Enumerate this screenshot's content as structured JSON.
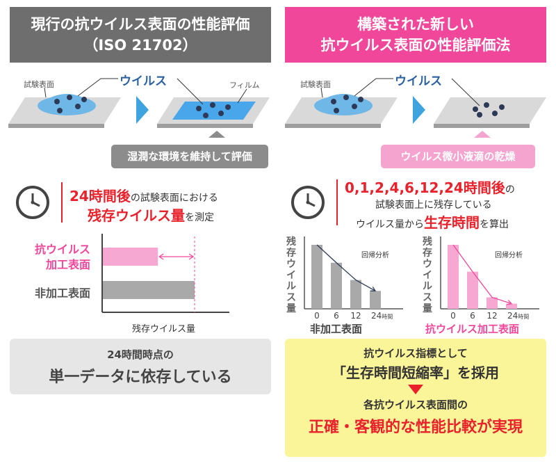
{
  "left": {
    "header_line1": "現行の抗ウイルス表面の性能評価",
    "header_line2": "（ISO 21702）",
    "virus_label": "ウイルス",
    "surface_label": "試験表面",
    "film_label": "フィルム",
    "pill_text": "湿潤な環境を維持して評価",
    "measure_line1_red": "24時間後",
    "measure_line1_rest": "の試験表面における",
    "measure_line2_red": "残存ウイルス量",
    "measure_line2_rest": "を測定",
    "bar_label_pink_1": "抗ウイルス",
    "bar_label_pink_2": "加工表面",
    "bar_label_grey": "非加工表面",
    "x_axis_label": "残存ウイルス量",
    "bottom_line1": "24時間時点の",
    "bottom_line2": "単一データに依存している"
  },
  "right": {
    "header_line1": "構築された新しい",
    "header_line2": "抗ウイルス表面の性能評価法",
    "virus_label": "ウイルス",
    "surface_label": "試験表面",
    "pill_text": "ウイルス微小液滴の乾燥",
    "measure_line1_red": "0,1,2,4,6,12,24時間後",
    "measure_line1_rest": "の",
    "measure_line2": "試験表面上に残存している",
    "measure_line3_start": "ウイルス量から",
    "measure_line3_red": "生存時間",
    "measure_line3_end": "を算出",
    "y_axis_label": "残存ウイルス量",
    "regression_label": "回帰分析",
    "chart1_title": "非加工表面",
    "chart2_title": "抗ウイルス加工表面",
    "bottom_line1": "抗ウイルス指標として",
    "bottom_line2": "「生存時間短縮率」を採用",
    "bottom_line3": "各抗ウイルス表面間の",
    "bottom_line4": "正確・客観的な性能比較が実現"
  },
  "colors": {
    "grey": "#6e6e6e",
    "pink": "#f0479a",
    "red": "#e8212b",
    "blue": "#2a5fa0",
    "yellow": "#fbf59a"
  },
  "chart_data": [
    {
      "type": "bar",
      "title": "",
      "categories": [
        "抗ウイルス加工表面",
        "非加工表面"
      ],
      "values": [
        0.6,
        1.0
      ],
      "xlabel": "残存ウイルス量",
      "ylabel": ""
    },
    {
      "type": "bar",
      "title": "非加工表面",
      "categories": [
        "0",
        "6",
        "12",
        "24時間"
      ],
      "values": [
        1.0,
        0.72,
        0.45,
        0.28
      ],
      "ylabel": "残存ウイルス量",
      "annotation": "回帰分析"
    },
    {
      "type": "bar",
      "title": "抗ウイルス加工表面",
      "categories": [
        "0",
        "6",
        "12",
        "24時間"
      ],
      "values": [
        1.0,
        0.58,
        0.18,
        0.08
      ],
      "ylabel": "残存ウイルス量",
      "annotation": "回帰分析"
    }
  ]
}
